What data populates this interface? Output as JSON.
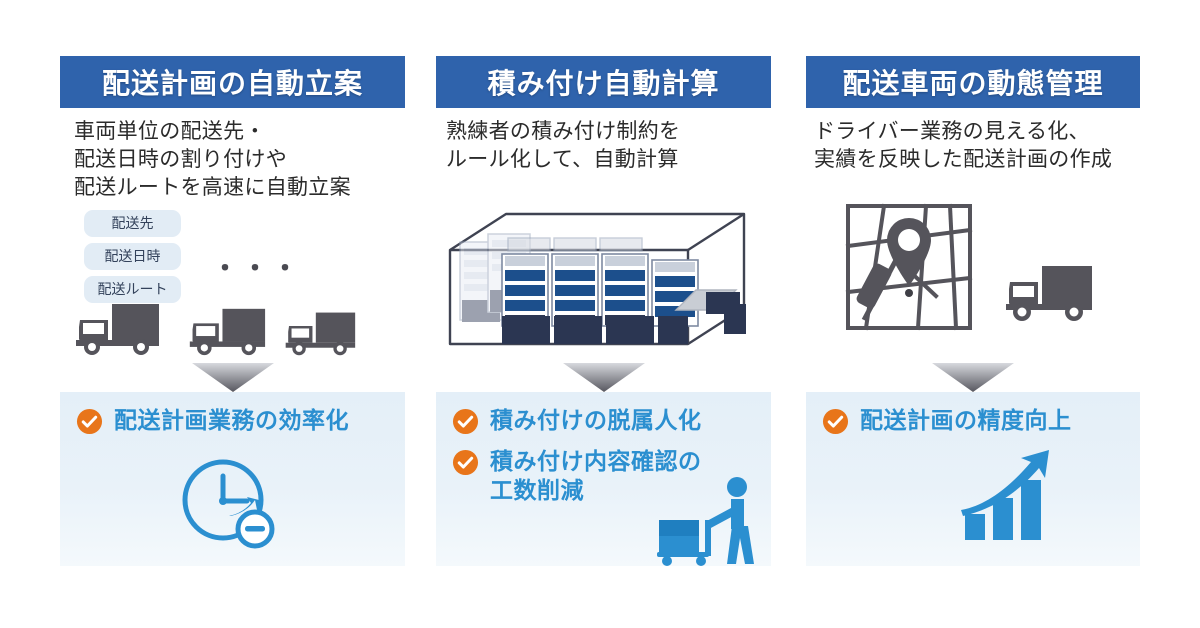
{
  "theme": {
    "header_blue": "#2f63ac",
    "benefit_text_blue": "#2b8fd0",
    "check_orange": "#e8751a",
    "benefit_bg": "#e6f0f8",
    "truck_gray": "#55545b",
    "pill_bg": "#e2ecf5"
  },
  "columns": [
    {
      "header": "配送計画の自動立案",
      "description": "車両単位の配送先・\n配送日時の割り付けや\n配送ルートを高速に自動立案",
      "tags": [
        "配送先",
        "配送日時",
        "配送ルート"
      ],
      "ellipsis": "・・・",
      "illustration": "three-delivery-trucks",
      "arrow": "down-arrow",
      "benefits": [
        "配送計画業務の効率化"
      ],
      "benefit_icon": "clock-reduction-icon"
    },
    {
      "header": "積み付け自動計算",
      "description": "熟練者の積み付け制約を\nルール化して、自動計算",
      "tags": [],
      "ellipsis": "",
      "illustration": "container-loading-3d",
      "arrow": "down-arrow",
      "benefits": [
        "積み付けの脱属人化",
        "積み付け内容確認の\n工数削減"
      ],
      "benefit_icon": "worker-handcart-icon"
    },
    {
      "header": "配送車両の動態管理",
      "description": "ドライバー業務の見える化、\n実績を反映した配送計画の作成",
      "tags": [],
      "ellipsis": "",
      "illustration": "map-pin-and-truck",
      "arrow": "down-arrow",
      "benefits": [
        "配送計画の精度向上"
      ],
      "benefit_icon": "growth-bar-chart-icon"
    }
  ]
}
